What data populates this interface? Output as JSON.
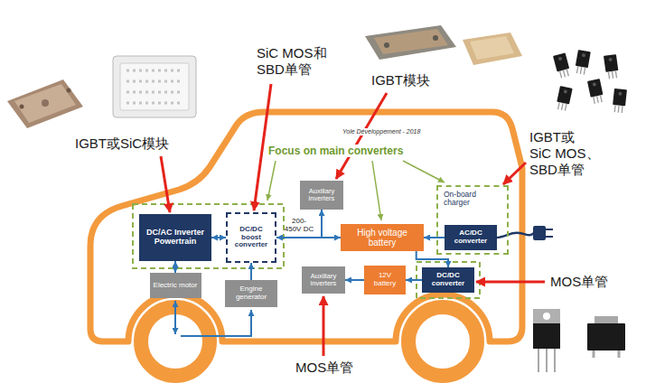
{
  "diagram": {
    "nodes": [
      {
        "text": [
          "Auxiliary inverters"
        ]
      },
      {
        "text": [
          "On-board charger"
        ]
      },
      {
        "text": [
          "AC/DC converter"
        ],
        "in": 1
      },
      {
        "text": [
          "DC/AC Inverter Powertrain"
        ]
      },
      {
        "text": [
          "DC/DC boost converter"
        ]
      },
      {
        "text": [
          "High voltage battery"
        ]
      },
      {
        "text": [
          "Auxiliary inverters"
        ]
      },
      {
        "text": [
          "12V battery"
        ]
      },
      {
        "text": [
          "DC/DC converter"
        ]
      },
      {
        "text": [
          "Electric motor"
        ]
      },
      {
        "text": [
          "Engine generator"
        ]
      }
    ],
    "edges": [
      {
        "from": 3,
        "to": 4,
        "arrow": "both"
      },
      {
        "from": 3,
        "to": 9,
        "arrow": "both"
      },
      {
        "from": 10,
        "to": 4,
        "arrow": "to"
      },
      {
        "from": 4,
        "to": 5,
        "label": "200-450V DC",
        "arrow": "both"
      },
      {
        "from": 4,
        "to": 0,
        "arrow": "to"
      },
      {
        "from": 2,
        "to": 5,
        "arrow": "to"
      },
      {
        "from": 5,
        "to": 8,
        "arrow": "to"
      },
      {
        "from": 8,
        "to": 7,
        "arrow": "to"
      },
      {
        "from": 7,
        "to": 6,
        "arrow": "to"
      }
    ],
    "labels": [
      "SiC MOS和 SBD单管",
      "IGBT模块",
      "IGBT或SiC模块",
      "IGBT或 SiC MOS、 SBD单管",
      "Yole Développement - 2018",
      "Focus on main converters",
      "MOS单管",
      "MOS单管"
    ]
  }
}
